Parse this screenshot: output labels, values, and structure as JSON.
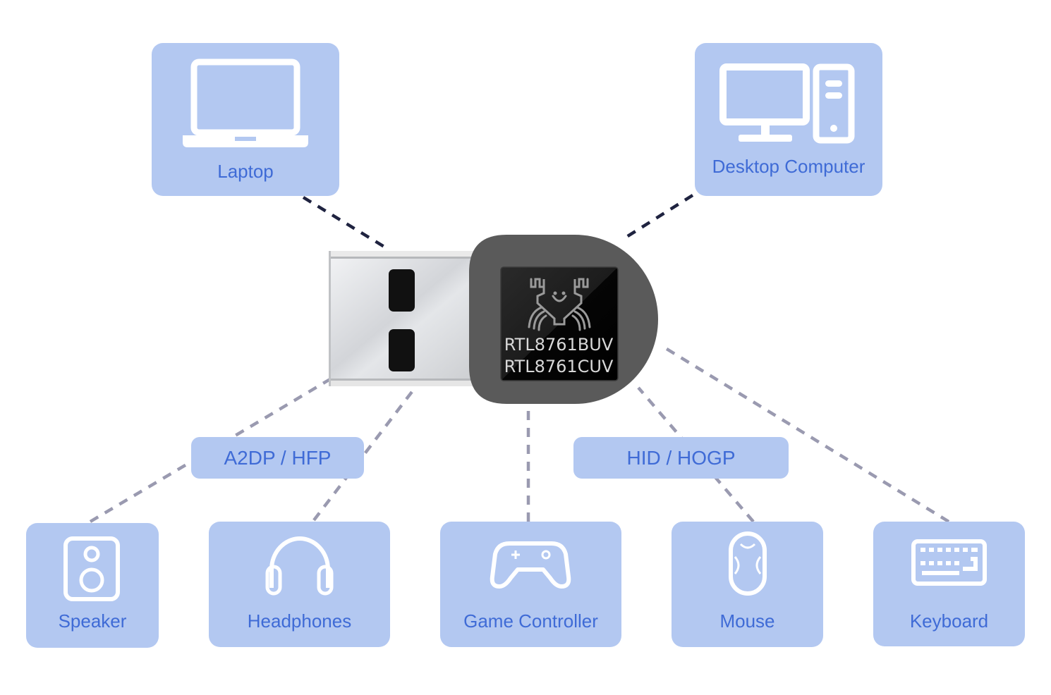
{
  "chip": {
    "line1": "RTL8761BUV",
    "line2": "RTL8761CUV"
  },
  "profiles": {
    "audio": "A2DP / HFP",
    "hid": "HID / HOGP"
  },
  "devices": {
    "laptop": "Laptop",
    "desktop": "Desktop Computer",
    "speaker": "Speaker",
    "headphones": "Headphones",
    "game_controller": "Game Controller",
    "mouse": "Mouse",
    "keyboard": "Keyboard"
  },
  "colors": {
    "box_fill": "#b3c8f1",
    "label_text": "#3f6bd6",
    "dash_dark": "#1f2340",
    "dash_light": "#9a9ab0",
    "dongle_body": "#5a5a5a",
    "chip": "#111111"
  }
}
